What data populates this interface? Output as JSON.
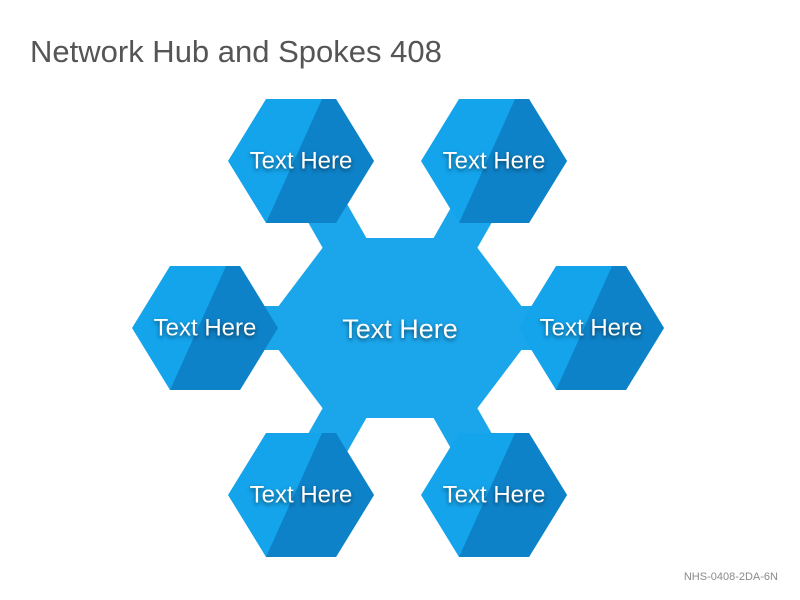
{
  "title": "Network Hub and Spokes 408",
  "code": "NHS-0408-2DA-6N",
  "colors": {
    "hex_light": "#14a4ec",
    "hex_dark": "#0e82c8",
    "hub": "#1ba6ec",
    "label": "#ffffff"
  },
  "hub": {
    "label": "Text Here"
  },
  "spokes": [
    {
      "label": "Text Here"
    },
    {
      "label": "Text Here"
    },
    {
      "label": "Text Here"
    },
    {
      "label": "Text Here"
    },
    {
      "label": "Text Here"
    },
    {
      "label": "Text Here"
    }
  ]
}
